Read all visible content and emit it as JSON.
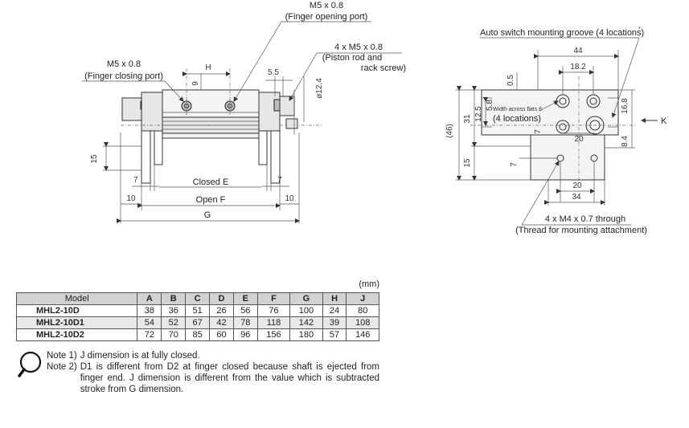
{
  "front_view": {
    "labels": {
      "finger_opening_port": [
        "M5 x 0.8",
        "(Finger opening port)"
      ],
      "finger_closing_port": [
        "M5 x 0.8",
        "(Finger closing port)"
      ],
      "piston_rod": [
        "4 x M5 x 0.8",
        "(Piston rod and",
        "rack screw)"
      ]
    },
    "dimensions": {
      "H": "H",
      "nine": "9",
      "five_five": "5.5",
      "phi": "ø12.4",
      "fifteen": "15",
      "seven_left": "7",
      "seven_right": "7",
      "closed": "Closed E",
      "ten_left": "10",
      "ten_right": "10",
      "open": "Open F",
      "G": "G"
    }
  },
  "side_view": {
    "labels": {
      "auto_switch": "Auto switch mounting groove (4 locations)",
      "asterisk": "*",
      "width_flats": "Width across flats 8",
      "four_locations": "(4 locations)",
      "K": "K",
      "through": "4 x M4 x 0.7 through",
      "thread": "(Thread for mounting attachment)"
    },
    "dimensions": {
      "forty_four": "44",
      "eighteen_two": "18.2",
      "zero_five": "0.5",
      "paren_46": "(46)",
      "thirty_one": "31",
      "twelve_five": "12.5",
      "five_eight": "5.8",
      "seven_a": "7",
      "twenty_top": "20",
      "sixteen_eight": "16.8",
      "eight_four": "8.4",
      "fifteen": "15",
      "seven_b": "7",
      "twenty_bottom": "20",
      "thirty_four": "34"
    }
  },
  "table": {
    "unit": "(mm)",
    "headers": [
      "Model",
      "A",
      "B",
      "C",
      "D",
      "E",
      "F",
      "G",
      "H",
      "J"
    ],
    "rows": [
      [
        "MHL2-10D",
        "38",
        "36",
        "51",
        "26",
        "56",
        "76",
        "100",
        "24",
        "80"
      ],
      [
        "MHL2-10D1",
        "54",
        "52",
        "67",
        "42",
        "78",
        "118",
        "142",
        "39",
        "108"
      ],
      [
        "MHL2-10D2",
        "72",
        "70",
        "85",
        "60",
        "96",
        "156",
        "180",
        "57",
        "146"
      ]
    ]
  },
  "notes": [
    {
      "label": "Note 1)",
      "text": "J dimension is at fully closed."
    },
    {
      "label": "Note 2)",
      "text": "D1 is different from D2 at finger closed because shaft is ejected from finger end. J dimension is different from the value which is subtracted stroke from G dimension."
    }
  ]
}
